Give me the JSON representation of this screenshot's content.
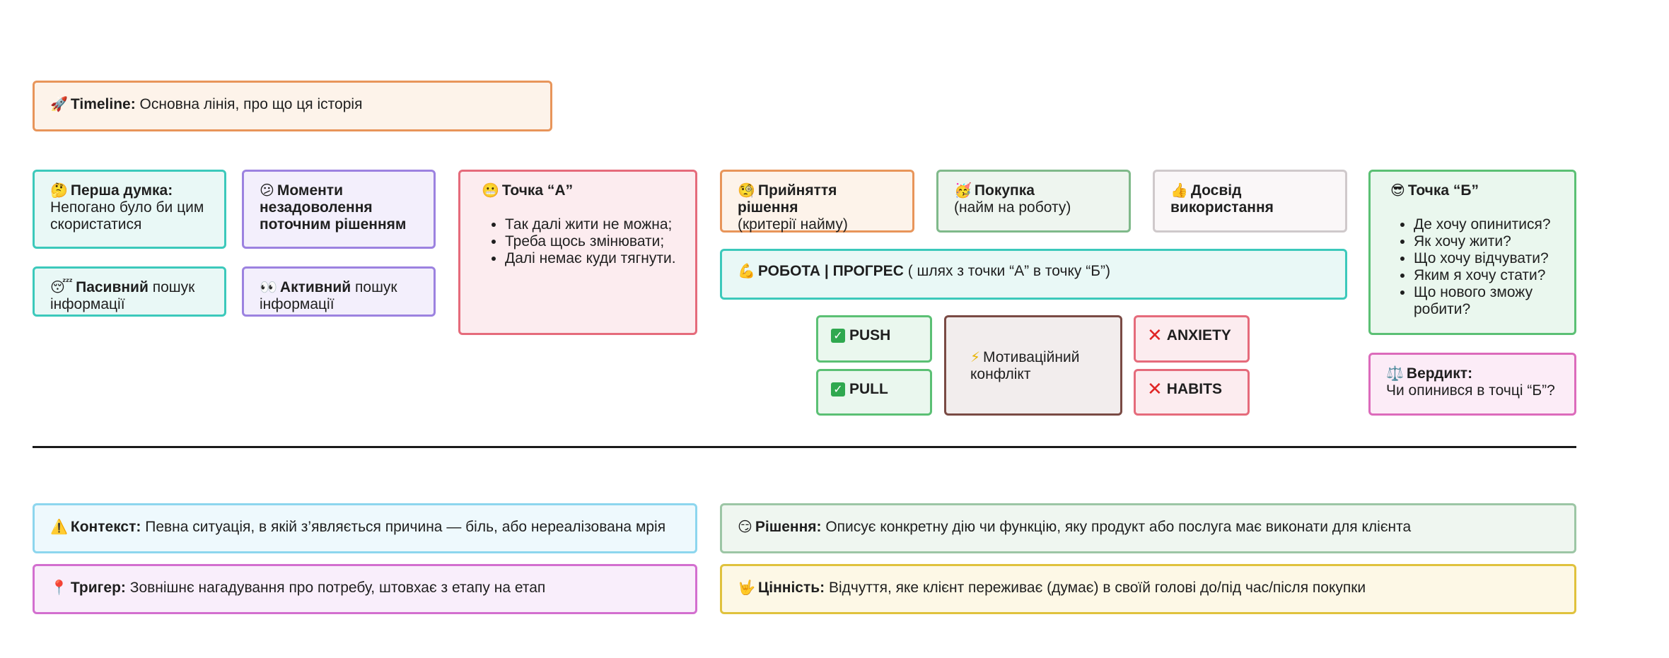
{
  "timeline": {
    "icon": "rocket-icon",
    "emoji": "🚀",
    "label": "Timeline:",
    "text": " Основна лінія, про що ця історія"
  },
  "first_thought": {
    "emoji": "🤔",
    "label": "Перша думка:",
    "text": "Непогано було би цим скористатися"
  },
  "passive_search": {
    "emoji": "😴",
    "label": "Пасивний",
    "text": " пошук інформації"
  },
  "dissatisfaction": {
    "emoji": "😕",
    "label": "Моменти незадоволення поточним рішенням"
  },
  "active_search": {
    "emoji": "👀",
    "label": "Активний",
    "text": " пошук інформації"
  },
  "point_a": {
    "emoji": "😬",
    "label": "Точка “А”",
    "items": [
      "Так далі жити не можна;",
      "Треба щось змінювати;",
      "Далі немає куди тягнути."
    ]
  },
  "decision": {
    "emoji": "🧐",
    "label": "Прийняття рішення",
    "text": "(критерії найму)"
  },
  "purchase": {
    "emoji": "🥳",
    "label": "Покупка",
    "text": "(найм на роботу)"
  },
  "usage": {
    "emoji": "👍",
    "label": "Досвід використання"
  },
  "work_progress": {
    "emoji": "💪",
    "label": "РОБОТА | ПРОГРЕС",
    "text": " ( шлях з точки “А” в точку “Б”)"
  },
  "push": {
    "label": "PUSH"
  },
  "pull": {
    "label": "PULL"
  },
  "motivation": {
    "emoji": "⚡",
    "text": "Мотиваційний конфлікт"
  },
  "anxiety": {
    "label": "ANXIETY"
  },
  "habits": {
    "label": "HABITS"
  },
  "point_b": {
    "emoji": "😎",
    "label": "Точка “Б”",
    "items": [
      "Де хочу опинитися?",
      "Як хочу жити?",
      "Що хочу відчувати?",
      "Яким я хочу стати?",
      "Що нового зможу робити?"
    ]
  },
  "verdict": {
    "emoji": "⚖️",
    "label": "Вердикт:",
    "text": "Чи опинився в точці “Б”?"
  },
  "context": {
    "emoji": "⚠️",
    "label": "Контекст:",
    "text": " Певна ситуація, в якій з’являється причина — біль, або нереалізована мрія"
  },
  "trigger": {
    "emoji": "📍",
    "label": "Тригер:",
    "text": " Зовнішнє нагадування про потребу, штовхає з етапу на етап"
  },
  "solution": {
    "emoji": "😏",
    "label": "Рішення:",
    "text": " Описує конкретну дію чи функцію, яку продукт або послуга має виконати для клієнта"
  },
  "value": {
    "emoji": "🤟",
    "label": "Цінність:",
    "text": " Відчуття, яке клієнт переживає (думає) в своїй голові до/під час/після покупки"
  },
  "colors": {
    "orange": "#e8955a",
    "teal": "#3cc9bb",
    "purple": "#9c82e0",
    "red": "#e56b7b",
    "green": "#7fb98a",
    "grey": "#cfc9cb",
    "brown": "#7a4a44",
    "pink": "#dc6bbb",
    "yellow": "#e0c23d",
    "lightblue": "#8dd6ee"
  }
}
